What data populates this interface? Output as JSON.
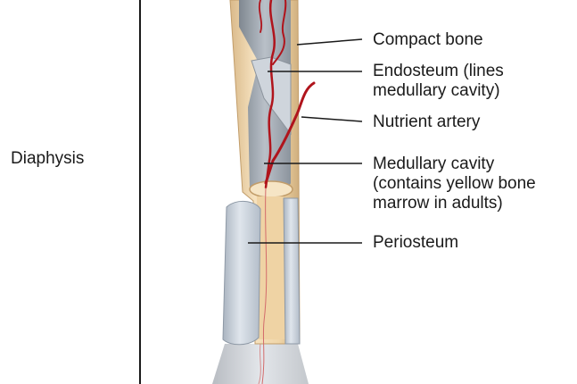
{
  "side_label": "Diaphysis",
  "labels": {
    "compact_bone": "Compact bone",
    "endosteum_line1": "Endosteum (lines",
    "endosteum_line2": "medullary cavity)",
    "nutrient_artery": "Nutrient artery",
    "medullary_line1": "Medullary cavity",
    "medullary_line2": "(contains yellow bone",
    "medullary_line3": "marrow in adults)",
    "periosteum": "Periosteum"
  },
  "colors": {
    "bone_cream": "#f3dcb4",
    "bone_shadow": "#d9b98a",
    "cavity_gray": "#9ea5ad",
    "periosteum_blue": "#c3ccd7",
    "artery_red": "#b0141c",
    "leader_line": "#1a1a1a"
  }
}
